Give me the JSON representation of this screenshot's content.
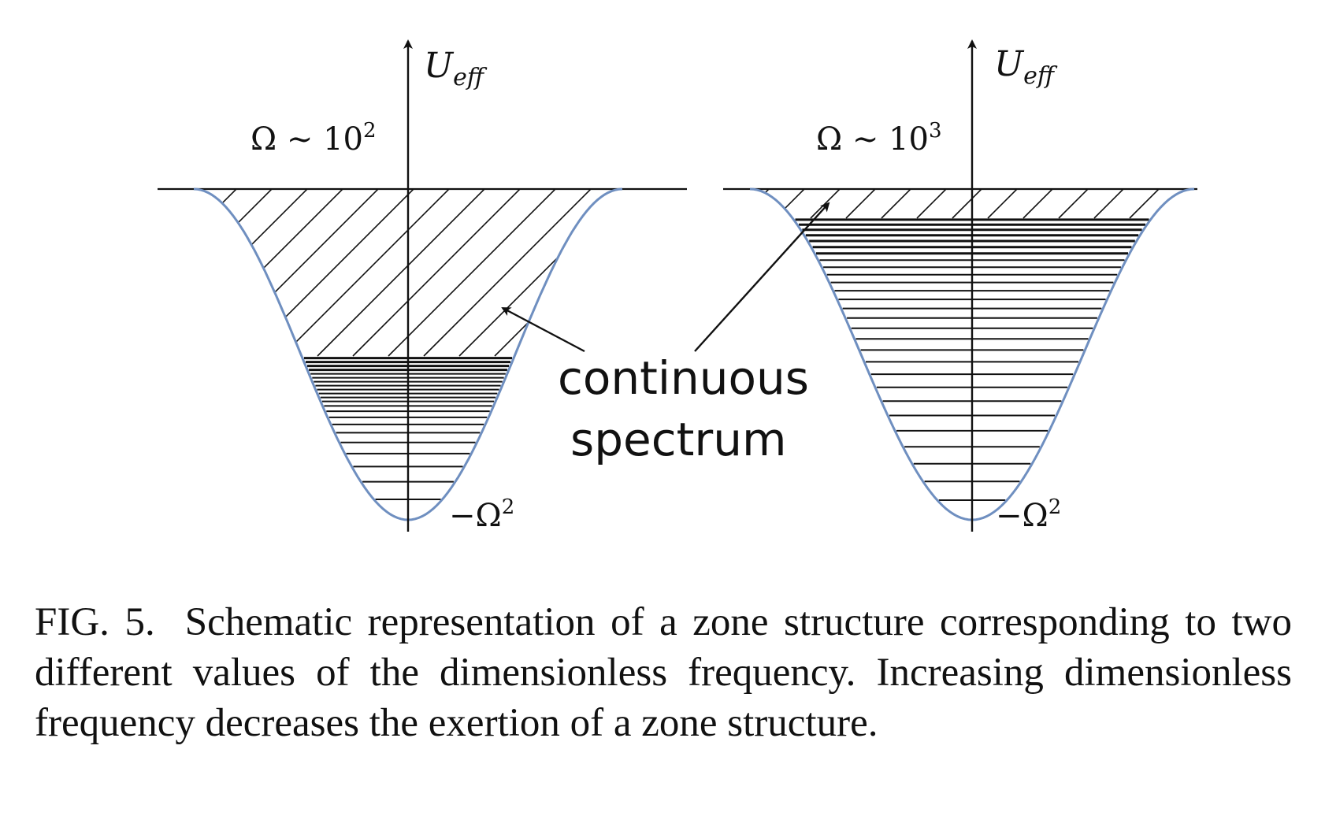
{
  "figure": {
    "panels": [
      {
        "axis_label": "U",
        "axis_label_sub": "eff",
        "omega_base": "Ω ∼ 10",
        "omega_exp": "2",
        "min_label": "−Ω",
        "min_exp": "2"
      },
      {
        "axis_label": "U",
        "axis_label_sub": "eff",
        "omega_base": "Ω ∼ 10",
        "omega_exp": "3",
        "min_label": "−Ω",
        "min_exp": "2"
      }
    ],
    "annotation": {
      "line1": "continuous",
      "line2": "spectrum"
    },
    "colors": {
      "well_curve": "#6f8fc0",
      "lines": "#111111"
    }
  },
  "caption": {
    "label": "FIG. 5.",
    "text": "Schematic representation of a zone structure corresponding to two different values of the dimensionless frequency. Increasing dimensionless frequency decreases the exertion of a zone structure."
  }
}
